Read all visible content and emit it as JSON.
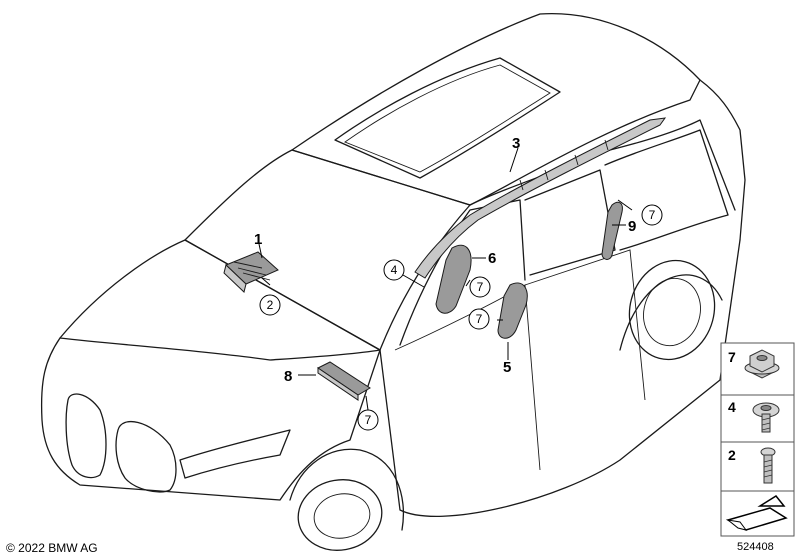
{
  "callouts": {
    "c1": "1",
    "c2": "2",
    "c3": "3",
    "c4": "4",
    "c5": "5",
    "c6": "6",
    "c7a": "7",
    "c7b": "7",
    "c7c": "7",
    "c7d": "7",
    "c8": "8",
    "c9": "9"
  },
  "legend": {
    "items": [
      "7",
      "4",
      "2"
    ]
  },
  "footer": {
    "copyright": "© 2022 BMW AG",
    "diagram_id": "524408"
  }
}
